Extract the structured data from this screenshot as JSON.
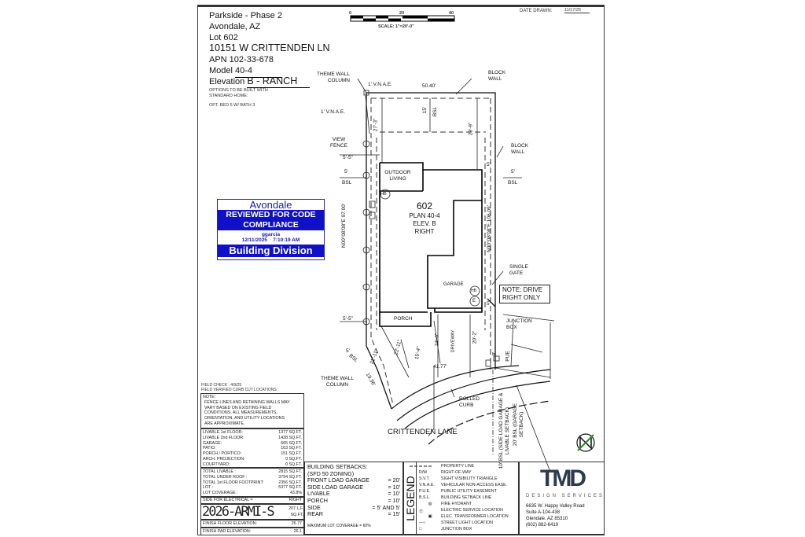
{
  "header": {
    "community": "Parkside - Phase 2",
    "city": "Avondale, AZ",
    "lot": "Lot 602",
    "address": "10151 W CRITTENDEN LN",
    "apn": "APN 102-33-678",
    "model_label": "Model",
    "model": "40-4",
    "elevation_label": "Elevation",
    "elevation": "B - RANCH",
    "options_title": "OPTIONS TO BE BUILT WITH STANDARD HOME:",
    "option": "OPT. BED 5 W/ BATH 3"
  },
  "scale": {
    "ticks": [
      "0",
      "20",
      "40"
    ],
    "label": "SCALE: 1\"=20'-0\""
  },
  "date_drawn": {
    "label": "DATE DRAWN:",
    "value": "11/17/25"
  },
  "stamp": {
    "brand": "Avondale",
    "line1": "REVIEWED FOR CODE",
    "line2": "COMPLIANCE",
    "user": "ggarcia",
    "date": "12/11/2025",
    "time": "7:10:19 AM",
    "division": "Building Division",
    "accent": "#1010c8"
  },
  "plan": {
    "theme_wall_column": "THEME WALL COLUMN",
    "vnae_top": "1' V.N.A.E.",
    "width": "50.40'",
    "block_wall": "BLOCK WALL",
    "vnae_left": "1' V.N.A.E.",
    "rear_bsl": "15'",
    "bsl": "BSL",
    "dim_left": "27'-3\"",
    "dim_right": "29'-9\"",
    "view_fence": "VIEW FENCE",
    "dim_55": "5'-5\"",
    "dim_5": "5'",
    "bearing_left": "N00°08'08\"E 97.00'",
    "bearing_right": "N00°08'08\"E 106.09'",
    "outdoor_living": "OUTDOOR LIVING",
    "hb": "HB",
    "lot_no": "602",
    "plan_no": "PLAN 40-4",
    "elev": "ELEV. B",
    "side": "RIGHT",
    "garage": "GARAGE",
    "e": "E",
    "single_gate": "SINGLE GATE",
    "note_drive": "NOTE: DRIVE RIGHT ONLY",
    "porch": "PORCH",
    "junction_box": "JUNCTION BOX",
    "driveway": "DRIVEWAY",
    "dim_2211": "22'-11\"",
    "dim_154": "15'-4\"",
    "dim_246": "24'-6\"",
    "dim_202": "20'-2\"",
    "dim_2111": "21'-11\"",
    "dim_4177": "41.77'",
    "dim_1936": "19.36'",
    "pue": "PUE",
    "dim_8": "8'",
    "rolled_curb": "ROLLED CURB",
    "street": "CRITTENDEN LANE",
    "bsl_10": "10' BSL (SIDE LOAD GARAGE & LIVABLE SETBACK)",
    "bsl_20": "20' BSL (GARAGE SETBACK)"
  },
  "field_check": {
    "line1": "FIELD CHECK : 4/9/25",
    "line2": "FIELD VERIFIED CURB CUT LOCATIONS :"
  },
  "note": {
    "title": "NOTE:",
    "lines": [
      "FENCE LINES AND RETAINING WALLS MAY",
      "VARY BASED ON EXISTING FIELD",
      "CONDITIONS.  ALL MEASUREMENTS,",
      "ORIENTATION, AND UTILITY LOCATIONS",
      "ARE APPROXIMATE."
    ]
  },
  "areas": [
    {
      "label": "LIVABLE 1st FLOOR:",
      "value": "1377 SQ.FT."
    },
    {
      "label": "LIVABLE 2nd FLOOR:",
      "value": "1438 SQ.FT."
    },
    {
      "label": "GARAGE:",
      "value": "665 SQ.FT."
    },
    {
      "label": "PATIO:",
      "value": "163 SQ.FT."
    },
    {
      "label": "PORCH / PORTICO:",
      "value": "151 SQ.FT."
    },
    {
      "label": "ARCH. PROJECTION:",
      "value": "0 SQ.FT."
    },
    {
      "label": "COURTYARD:",
      "value": "0 SQ.FT."
    }
  ],
  "totals": [
    {
      "label": "TOTAL LIVABLE :",
      "value": "2815 SQ.FT."
    },
    {
      "label": "TOTAL UNDER ROOF :",
      "value": "3794 SQ.FT."
    },
    {
      "label": "TOTAL 1st FLOOR FOOTPRINT:",
      "value": "2356 SQ.FT."
    },
    {
      "label": "LOT :",
      "value": "5377 SQ.FT."
    },
    {
      "label": "LOT COVERAGE :",
      "value": "43.8%"
    }
  ],
  "electrical": {
    "label": "SIDE FOR ELECTRICAL =",
    "value": "RIGHT"
  },
  "permit_stamp": {
    "text": "2026-ARMI-S",
    "v1": "207 L.F.",
    "v2": "SQ.FT."
  },
  "finish": [
    {
      "label": "FINISH FLOOR ELEVATION:",
      "value": "26.77"
    },
    {
      "label": "FINISH PAD ELEVATION:",
      "value": "26.1"
    }
  ],
  "setbacks": {
    "title": "BUILDING SETBACKS:",
    "zoning": "(SFD 50 ZONING)",
    "rows": [
      {
        "label": "FRONT LOAD GARAGE",
        "value": "= 20'"
      },
      {
        "label": "SIDE LOAD GARAGE",
        "value": "= 10'"
      },
      {
        "label": "LIVABLE",
        "value": "= 10'"
      },
      {
        "label": "PORCH",
        "value": "= 10'"
      },
      {
        "label": "SIDE",
        "value": "= 5' AND 5'"
      },
      {
        "label": "REAR",
        "value": "= 15'"
      }
    ],
    "max": "MAXIMUM LOT COVERAGE = 60%"
  },
  "legend": {
    "title": "LEGEND",
    "rows": [
      {
        "key": "- - -",
        "text": "PROPERTY LINE"
      },
      {
        "key": "R/W",
        "text": "RIGHT-OF-WAY"
      },
      {
        "key": "S.V.T.",
        "text": "SIGHT VISIBILITY TRIANGLE"
      },
      {
        "key": "V.N.A.E.",
        "text": "VEHICULAR NON-ACCESS EASE."
      },
      {
        "key": "P.U.E.",
        "text": "PUBLIC UTILITY EASEMENT"
      },
      {
        "key": "B.S.L.",
        "text": "BUILDING SETBACK LINE"
      },
      {
        "key": "◍",
        "text": "FIRE HYDRANT"
      },
      {
        "key": "Ⓔ",
        "text": "ELECTRIC SERVICE LOCATION"
      },
      {
        "key": "▣",
        "text": "ELEC. TRANSFORMER LOCATION"
      },
      {
        "key": "—○",
        "text": "STREET LIGHT LOCATION"
      },
      {
        "key": "□",
        "text": "JUNCTION BOX"
      }
    ]
  },
  "company": {
    "logo": "TMD",
    "tagline": "DESIGN SERVICES",
    "address1": "6635 W. Happy Valley Road",
    "address2": "Suite A-104-438",
    "address3": "Glendale, AZ 85310",
    "phone": "(602) 882-6419",
    "logo_color": "#2e3b4e"
  }
}
